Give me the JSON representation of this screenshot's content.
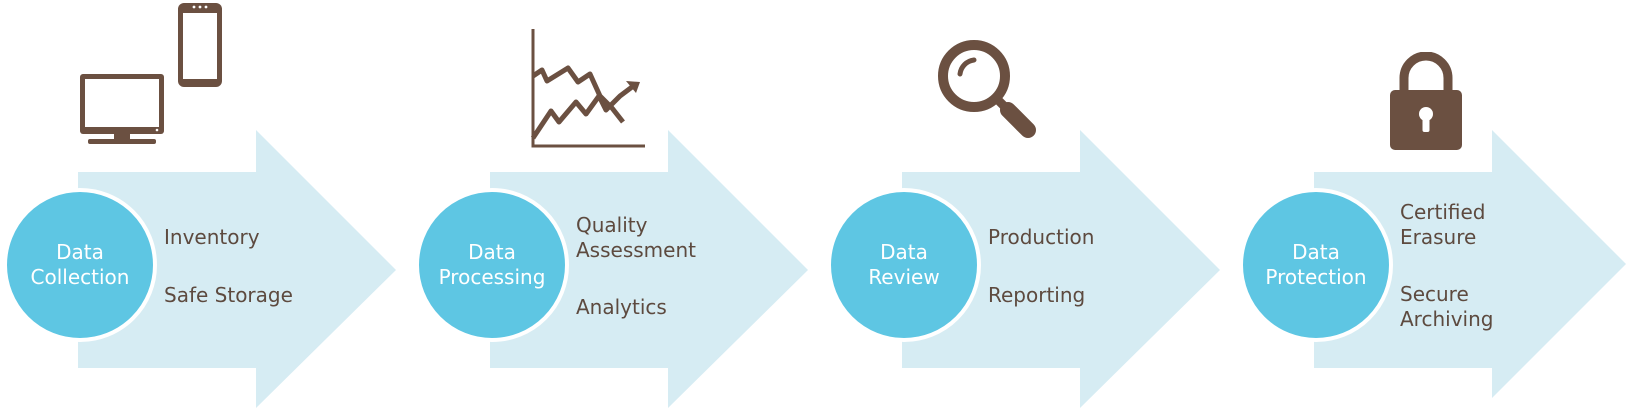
{
  "colors": {
    "arrow_fill": "#d6ecf3",
    "circle_fill": "#5ec6e3",
    "icon_brown": "#6b5041",
    "text_brown": "#5d4a3f"
  },
  "steps": [
    {
      "icon": "devices-icon",
      "circle_label": "Data\nCollection",
      "items": [
        "Inventory",
        "Safe Storage"
      ]
    },
    {
      "icon": "line-chart-icon",
      "circle_label": "Data\nProcessing",
      "items": [
        "Quality\nAssessment",
        "Analytics"
      ]
    },
    {
      "icon": "magnifier-icon",
      "circle_label": "Data\nReview",
      "items": [
        "Production",
        "Reporting"
      ]
    },
    {
      "icon": "padlock-icon",
      "circle_label": "Data\nProtection",
      "items": [
        "Certified\nErasure",
        "Secure\nArchiving"
      ]
    }
  ]
}
